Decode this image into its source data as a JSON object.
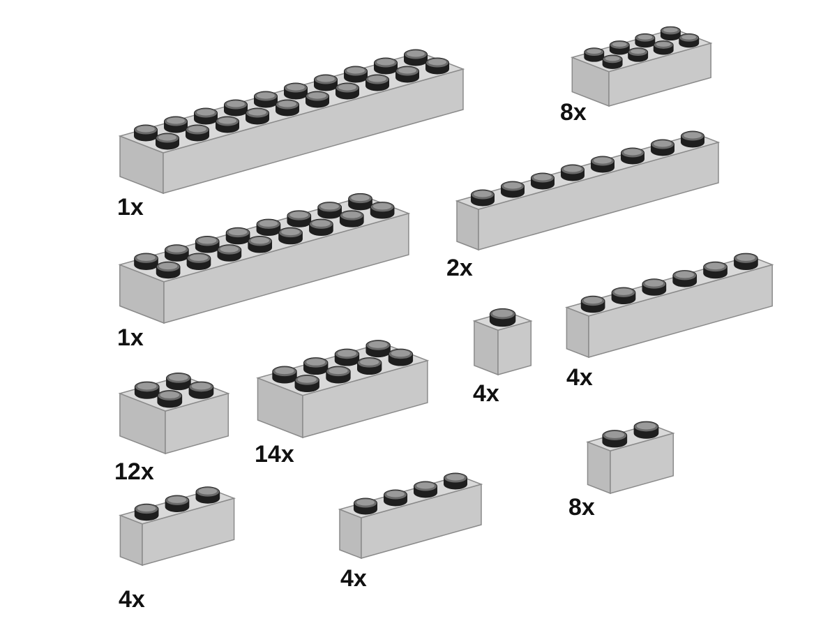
{
  "colors": {
    "brick_top": "#d9d9d9",
    "brick_front": "#c9c9c9",
    "brick_end": "#bcbcbc",
    "stud": "#1e1e1e",
    "outline": "#8a8a8a"
  },
  "bricks": [
    {
      "studs": "2x10",
      "quantity": "1x"
    },
    {
      "studs": "2x8",
      "quantity": "1x"
    },
    {
      "studs": "2x2",
      "quantity": "12x"
    },
    {
      "studs": "2x4",
      "quantity": "14x"
    },
    {
      "studs": "1x3",
      "quantity": "4x"
    },
    {
      "studs": "1x4",
      "quantity": "4x"
    },
    {
      "studs": "1x1",
      "quantity": "4x"
    },
    {
      "studs": "1x2",
      "quantity": "8x"
    },
    {
      "studs": "1x6",
      "quantity": "4x"
    },
    {
      "studs": "1x8",
      "quantity": "2x"
    },
    {
      "studs": "2x4",
      "quantity": "8x"
    }
  ]
}
